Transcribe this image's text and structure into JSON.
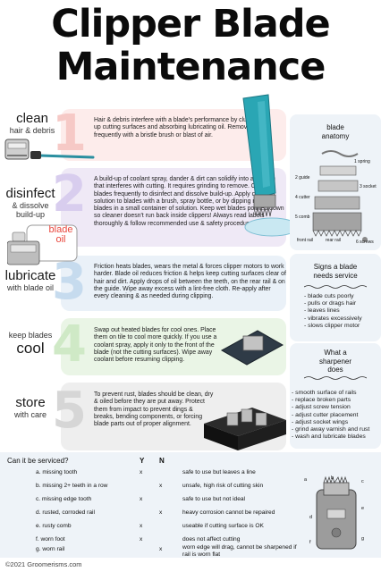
{
  "title": {
    "line1": "Clipper Blade",
    "line2": "Maintenance"
  },
  "steps": [
    {
      "number": "1",
      "label_big": "clean",
      "label_small": "hair & debris",
      "text": "Hair & debris interfere with a blade's performance by cluttering up cutting surfaces and absorbing lubricating oil. Remove it frequently with a bristle brush or blast of air."
    },
    {
      "number": "2",
      "label_big": "disinfect",
      "label_small": "& dissolve build-up",
      "text": "A build-up of coolant spray, dander & dirt can solidify into a varnish that interferes with cutting. It requires grinding to remove. Clean blades frequently to disinfect and dissolve build-up. Apply cleaning solution to blades with a brush, spray bottle, or by dipping running blades in a small container of solution. Keep wet blades pointed down so cleaner doesn't run back inside clippers! Always read labels thoroughly & follow recommended use & safety procedures."
    },
    {
      "number": "3",
      "label_big": "lubricate",
      "label_small": "with blade oil",
      "text": "Friction heats blades, wears the metal & forces clipper motors to work harder. Blade oil reduces friction & helps keep cutting surfaces clear of hair and dirt. Apply drops of oil between the teeth, on the rear rail & on the guide. Wipe away excess with a lint-free cloth. Re-apply after every cleaning & as needed during clipping."
    },
    {
      "number": "4",
      "label_pre": "keep blades",
      "label_big": "cool",
      "text": "Swap out heated blades for cool ones. Place them on tile to cool more quickly. If you use a coolant spray, apply it only to the front of the blade (not the cutting surfaces). Wipe away coolant before resuming clipping."
    },
    {
      "number": "5",
      "label_big": "store",
      "label_small": "with care",
      "text": "To prevent rust, blades should be clean, dry & oiled before they are put away. Protect them from impact to prevent dings & breaks, bending components, or forcing blade parts out of proper alignment."
    }
  ],
  "bottle_label": {
    "line1": "blade",
    "line2": "oil"
  },
  "anatomy": {
    "title_line1": "blade",
    "title_line2": "anatomy",
    "parts": [
      {
        "n": "1",
        "name": "spring"
      },
      {
        "n": "2",
        "name": "guide"
      },
      {
        "n": "3",
        "name": "socket"
      },
      {
        "n": "4",
        "name": "cutter"
      },
      {
        "n": "5",
        "name": "comb"
      },
      {
        "n": "",
        "name": "front rail"
      },
      {
        "n": "",
        "name": "rear rail"
      },
      {
        "n": "6",
        "name": "screws"
      }
    ]
  },
  "service": {
    "title_line1": "Signs a blade",
    "title_line2": "needs service",
    "items": [
      "- blade cuts poorly",
      "- pulls or drags hair",
      "- leaves lines",
      "- vibrates excessively",
      "- slows clipper motor"
    ]
  },
  "sharpener": {
    "title_line1": "What a",
    "title_line2": "sharpener",
    "title_line3": "does",
    "items": [
      "- smooth surface of rails",
      "- replace broken parts",
      "- adjust screw tension",
      "- adjust cutter placement",
      "- adjust socket wings",
      "- grind away varnish and rust",
      "- wash and lubricate blades"
    ]
  },
  "table": {
    "question": "Can it be serviced?",
    "col_y": "Y",
    "col_n": "N",
    "rows": [
      {
        "item": "a. missing tooth",
        "y": "x",
        "n": "",
        "result": "safe to use but leaves a line"
      },
      {
        "item": "b. missing 2+ teeth in a row",
        "y": "",
        "n": "x",
        "result": "unsafe, high risk of cutting skin"
      },
      {
        "item": "c. missing edge tooth",
        "y": "x",
        "n": "",
        "result": "safe to use but not ideal"
      },
      {
        "item": "d. rusted, corroded rail",
        "y": "",
        "n": "x",
        "result": "heavy corrosion cannot be repaired"
      },
      {
        "item": "e. rusty comb",
        "y": "x",
        "n": "",
        "result": "useable if cutting surface is OK"
      },
      {
        "item": "f. worn foot",
        "y": "x",
        "n": "",
        "result": "does not affect cutting"
      },
      {
        "item": "g. worn rail",
        "y": "",
        "n": "x",
        "result": "worn edge will drag, cannot be sharpened if rail is worn flat"
      }
    ],
    "diagram_letters": [
      "a",
      "b",
      "c",
      "d",
      "e",
      "f",
      "g"
    ]
  },
  "footer": "©2021 Groomerisms.com",
  "colors": {
    "accent_red": "#e8463c",
    "clipper_teal": "#2aa6b4",
    "num1": "#f6c9c6",
    "num2": "#d8cdee",
    "num3": "#c6dbee",
    "num4": "#cfe9c6",
    "num5": "#d6d6d6"
  }
}
